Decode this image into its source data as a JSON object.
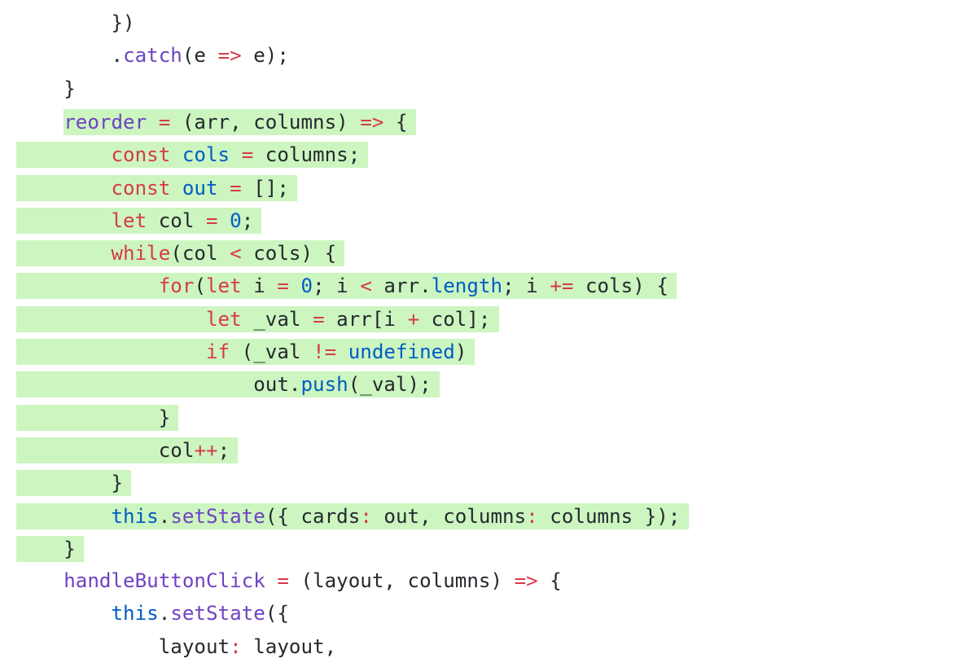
{
  "editor": {
    "highlight_color": "#ccf5c0",
    "colors": {
      "keyword": "#d73a49",
      "function": "#6f42c1",
      "variable": "#005cc5",
      "plain": "#24292e"
    },
    "lines": [
      {
        "indent": 8,
        "hl": "none",
        "tokens": [
          {
            "t": "})",
            "c": "p"
          }
        ]
      },
      {
        "indent": 8,
        "hl": "none",
        "tokens": [
          {
            "t": ".",
            "c": "p"
          },
          {
            "t": "catch",
            "c": "f"
          },
          {
            "t": "(e ",
            "c": "p"
          },
          {
            "t": "=>",
            "c": "k"
          },
          {
            "t": " e);",
            "c": "p"
          }
        ]
      },
      {
        "indent": 4,
        "hl": "none",
        "tokens": [
          {
            "t": "}",
            "c": "p"
          }
        ]
      },
      {
        "indent": 4,
        "hl": "text",
        "tokens": [
          {
            "t": "reorder",
            "c": "f"
          },
          {
            "t": " ",
            "c": "p"
          },
          {
            "t": "=",
            "c": "k"
          },
          {
            "t": " (arr, columns) ",
            "c": "p"
          },
          {
            "t": "=>",
            "c": "k"
          },
          {
            "t": " {",
            "c": "p"
          }
        ]
      },
      {
        "indent": 8,
        "hl": "full",
        "tokens": [
          {
            "t": "const",
            "c": "k"
          },
          {
            "t": " ",
            "c": "p"
          },
          {
            "t": "cols",
            "c": "v"
          },
          {
            "t": " ",
            "c": "p"
          },
          {
            "t": "=",
            "c": "k"
          },
          {
            "t": " columns;",
            "c": "p"
          }
        ]
      },
      {
        "indent": 8,
        "hl": "full",
        "tokens": [
          {
            "t": "const",
            "c": "k"
          },
          {
            "t": " ",
            "c": "p"
          },
          {
            "t": "out",
            "c": "v"
          },
          {
            "t": " ",
            "c": "p"
          },
          {
            "t": "=",
            "c": "k"
          },
          {
            "t": " [];",
            "c": "p"
          }
        ]
      },
      {
        "indent": 8,
        "hl": "full",
        "tokens": [
          {
            "t": "let",
            "c": "k"
          },
          {
            "t": " col ",
            "c": "p"
          },
          {
            "t": "=",
            "c": "k"
          },
          {
            "t": " ",
            "c": "p"
          },
          {
            "t": "0",
            "c": "v"
          },
          {
            "t": ";",
            "c": "p"
          }
        ]
      },
      {
        "indent": 8,
        "hl": "full",
        "tokens": [
          {
            "t": "while",
            "c": "k"
          },
          {
            "t": "(col ",
            "c": "p"
          },
          {
            "t": "<",
            "c": "k"
          },
          {
            "t": " cols) {",
            "c": "p"
          }
        ]
      },
      {
        "indent": 12,
        "hl": "full",
        "tokens": [
          {
            "t": "for",
            "c": "k"
          },
          {
            "t": "(",
            "c": "p"
          },
          {
            "t": "let",
            "c": "k"
          },
          {
            "t": " i ",
            "c": "p"
          },
          {
            "t": "=",
            "c": "k"
          },
          {
            "t": " ",
            "c": "p"
          },
          {
            "t": "0",
            "c": "v"
          },
          {
            "t": "; i ",
            "c": "p"
          },
          {
            "t": "<",
            "c": "k"
          },
          {
            "t": " arr.",
            "c": "p"
          },
          {
            "t": "length",
            "c": "v"
          },
          {
            "t": "; i ",
            "c": "p"
          },
          {
            "t": "+=",
            "c": "k"
          },
          {
            "t": " cols) {",
            "c": "p"
          }
        ]
      },
      {
        "indent": 16,
        "hl": "full",
        "tokens": [
          {
            "t": "let",
            "c": "k"
          },
          {
            "t": " _val ",
            "c": "p"
          },
          {
            "t": "=",
            "c": "k"
          },
          {
            "t": " arr[i ",
            "c": "p"
          },
          {
            "t": "+",
            "c": "k"
          },
          {
            "t": " col];",
            "c": "p"
          }
        ]
      },
      {
        "indent": 16,
        "hl": "full",
        "tokens": [
          {
            "t": "if",
            "c": "k"
          },
          {
            "t": " (_val ",
            "c": "p"
          },
          {
            "t": "!=",
            "c": "k"
          },
          {
            "t": " ",
            "c": "p"
          },
          {
            "t": "undefined",
            "c": "v"
          },
          {
            "t": ")",
            "c": "p"
          }
        ]
      },
      {
        "indent": 20,
        "hl": "full",
        "tokens": [
          {
            "t": "out.",
            "c": "p"
          },
          {
            "t": "push",
            "c": "v"
          },
          {
            "t": "(_val);",
            "c": "p"
          }
        ]
      },
      {
        "indent": 12,
        "hl": "full",
        "tokens": [
          {
            "t": "}",
            "c": "p"
          }
        ]
      },
      {
        "indent": 12,
        "hl": "full",
        "tokens": [
          {
            "t": "col",
            "c": "p"
          },
          {
            "t": "++",
            "c": "k"
          },
          {
            "t": ";",
            "c": "p"
          }
        ]
      },
      {
        "indent": 8,
        "hl": "full",
        "tokens": [
          {
            "t": "}",
            "c": "p"
          }
        ]
      },
      {
        "indent": 8,
        "hl": "full",
        "tokens": [
          {
            "t": "this",
            "c": "v"
          },
          {
            "t": ".",
            "c": "p"
          },
          {
            "t": "setState",
            "c": "f"
          },
          {
            "t": "({ cards",
            "c": "p"
          },
          {
            "t": ":",
            "c": "k"
          },
          {
            "t": " out, columns",
            "c": "p"
          },
          {
            "t": ":",
            "c": "k"
          },
          {
            "t": " columns });",
            "c": "p"
          }
        ]
      },
      {
        "indent": 4,
        "hl": "full",
        "tokens": [
          {
            "t": "}",
            "c": "p"
          }
        ]
      },
      {
        "indent": 4,
        "hl": "none",
        "tokens": [
          {
            "t": "handleButtonClick",
            "c": "f"
          },
          {
            "t": " ",
            "c": "p"
          },
          {
            "t": "=",
            "c": "k"
          },
          {
            "t": " (layout, columns) ",
            "c": "p"
          },
          {
            "t": "=>",
            "c": "k"
          },
          {
            "t": " {",
            "c": "p"
          }
        ]
      },
      {
        "indent": 8,
        "hl": "none",
        "tokens": [
          {
            "t": "this",
            "c": "v"
          },
          {
            "t": ".",
            "c": "p"
          },
          {
            "t": "setState",
            "c": "f"
          },
          {
            "t": "({",
            "c": "p"
          }
        ]
      },
      {
        "indent": 12,
        "hl": "none",
        "tokens": [
          {
            "t": "layout",
            "c": "p"
          },
          {
            "t": ":",
            "c": "k"
          },
          {
            "t": " layout,",
            "c": "p"
          }
        ]
      }
    ]
  }
}
